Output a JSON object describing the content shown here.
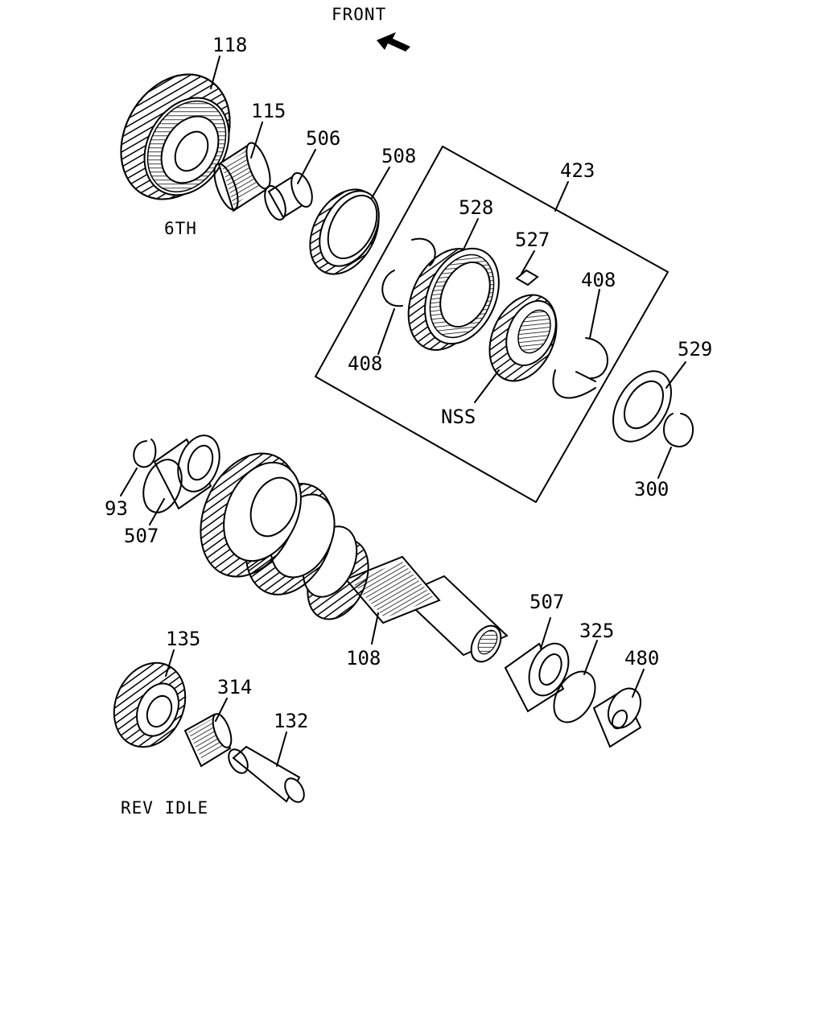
{
  "header": {
    "front_label": "FRONT"
  },
  "captions": {
    "sixth": "6TH",
    "rev_idle": "REV  IDLE",
    "nss": "NSS"
  },
  "callouts": {
    "p118": "118",
    "p115": "115",
    "p506": "506",
    "p508": "508",
    "p423": "423",
    "p528": "528",
    "p527": "527",
    "p408a": "408",
    "p408b": "408",
    "p529": "529",
    "p300": "300",
    "p93": "93",
    "p507a": "507",
    "p507b": "507",
    "p325": "325",
    "p480": "480",
    "p108": "108",
    "p135": "135",
    "p314": "314",
    "p132": "132"
  },
  "icons": {
    "front_arrow": "arrow-left-up-icon"
  },
  "colors": {
    "ink": "#000000",
    "paper": "#ffffff"
  }
}
